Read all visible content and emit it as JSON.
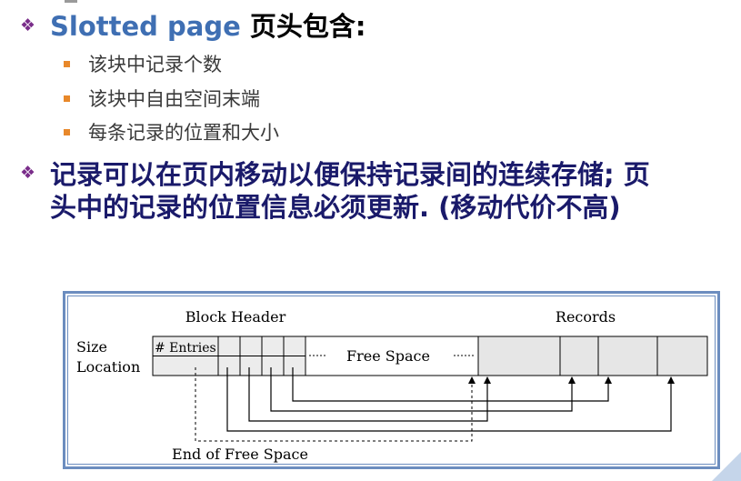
{
  "title": {
    "bullet": "❖",
    "term": "Slotted page",
    "rest": " 页头包含:"
  },
  "sub_items": [
    "该块中记录个数",
    "该块中自由空间末端",
    "每条记录的位置和大小"
  ],
  "second": {
    "bullet": "❖",
    "line1": "记录可以在页内移动以便保持记录间的连续存储; 页",
    "line2": "头中的记录的位置信息必须更新. (移动代价不高)"
  },
  "diagram": {
    "block_header": "Block Header",
    "records": "Records",
    "size": "Size",
    "location": "Location",
    "entries": "# Entries",
    "free_space": "Free Space",
    "end_free_space": "End of Free Space"
  },
  "colors": {
    "bullet": "#7a2d8a",
    "title_term": "#3f6fb3",
    "sub_square": "#e8882a",
    "frame": "#6c8dbf",
    "cell_fill": "#e6e6e6"
  }
}
